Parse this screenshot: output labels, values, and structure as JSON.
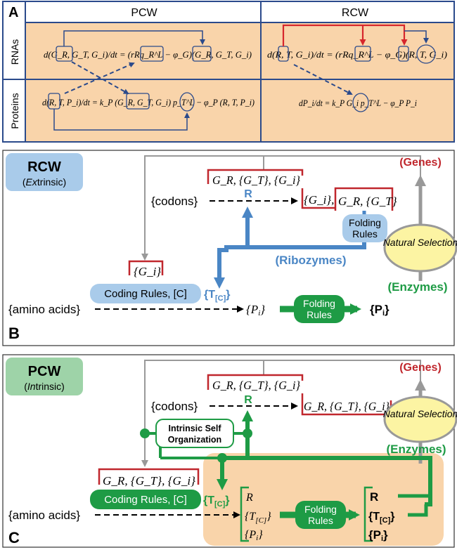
{
  "panel_a": {
    "letter": "A",
    "col_pcw": "PCW",
    "col_rcw": "RCW",
    "row_rnas": "RNAs",
    "row_proteins": "Proteins",
    "eq_pcw_rna": "d(G_R, G_T, G_i)/dt = (rRq_R^L − φ_G)(G_R, G_T, G_i)",
    "eq_pcw_protein": "d(R, T, P_i)/dt = k_P (G_R, G_T, G_i) p_T^L − φ_P (R, T, P_i)",
    "eq_rcw_rna": "d(R, T, G_i)/dt = (rRq_R^L − φ_G)(R, T, G_i)",
    "eq_rcw_protein": "dP_i/dt = k_P G_i p_T^L − φ_P P_i"
  },
  "panel_b": {
    "letter": "B",
    "badge_title": "RCW",
    "badge_sub_prefix": "(",
    "badge_sub_em": "Ex",
    "badge_sub_rest": "trinsic)",
    "codons": "{codons}",
    "top_genes_box": "G_R, {G_T}, {G_i}",
    "gi": "{G_i},",
    "gr_gt": "G_R, {G_T}",
    "r_label": "R",
    "folding_rules": "Folding Rules",
    "ribozymes": "(Ribozymes)",
    "genes": "(Genes)",
    "natural_selection": "Natural Selection",
    "enzymes": "(Enzymes)",
    "gi_box": "{G_i}",
    "coding_rules": "Coding Rules, [C]",
    "tc": "{T[C]}",
    "amino_acids": "{amino acids}",
    "pi": "{P_i}",
    "folding_rules_green": "Folding Rules",
    "pi_bold": "{Pi}"
  },
  "panel_c": {
    "letter": "C",
    "badge_title": "PCW",
    "badge_sub_prefix": "(",
    "badge_sub_em": "In",
    "badge_sub_rest": "trinsic)",
    "codons": "{codons}",
    "top_genes_box": "G_R, {G_T}, {G_i}",
    "genes_box2": "G_R, {G_T}, {G_i}",
    "r_label": "R",
    "genes": "(Genes)",
    "natural_selection": "Natural Selection",
    "enzymes": "(Enzymes)",
    "intrinsic": "Intrinsic Self Organization",
    "coding_genes_box": "G_R, {G_T}, {G_i}",
    "coding_rules": "Coding Rules, [C]",
    "tc": "{T[C]}",
    "amino_acids": "{amino acids}",
    "products": [
      "R",
      "{T[C]}",
      "{P_i}"
    ],
    "folding_rules": "Folding Rules",
    "products_bold": [
      "R",
      "{T[C]}",
      "{Pi}"
    ]
  },
  "colors": {
    "navy": "#2b4a8b",
    "peach": "#f9d4aa",
    "red": "#c0272d",
    "blue": "#4a86c5",
    "blue_badge": "#a9cbea",
    "green": "#1e9b45",
    "green_badge": "#9ed3a8",
    "yellow": "#fcf4a3",
    "gray": "#9a9a9a"
  }
}
